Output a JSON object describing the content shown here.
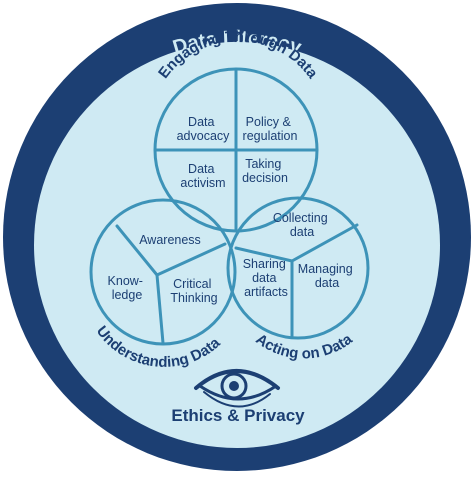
{
  "title": "Data Literacy",
  "colors": {
    "outer_ring": "#1c3f73",
    "inner_fill": "#cfeaf3",
    "circle_stroke": "#3d93b8",
    "text_dark": "#1c3f73",
    "ring_text": "#cfeaf3"
  },
  "circles": {
    "engaging": {
      "title": "Engaging Through Data",
      "segments": [
        {
          "lines": [
            "Data",
            "advocacy"
          ]
        },
        {
          "lines": [
            "Policy &",
            "regulation"
          ]
        },
        {
          "lines": [
            "Data",
            "activism"
          ]
        },
        {
          "lines": [
            "Taking",
            "decision"
          ]
        }
      ]
    },
    "understanding": {
      "title": "Understanding Data",
      "segments": [
        {
          "lines": [
            "Awareness"
          ]
        },
        {
          "lines": [
            "Know-",
            "ledge"
          ]
        },
        {
          "lines": [
            "Critical",
            "Thinking"
          ]
        }
      ]
    },
    "acting": {
      "title": "Acting on Data",
      "segments": [
        {
          "lines": [
            "Collecting",
            "data"
          ]
        },
        {
          "lines": [
            "Sharing",
            "data",
            "artifacts"
          ]
        },
        {
          "lines": [
            "Managing",
            "data"
          ]
        }
      ]
    }
  },
  "ethics": {
    "icon": "eye-icon",
    "label": "Ethics & Privacy"
  }
}
